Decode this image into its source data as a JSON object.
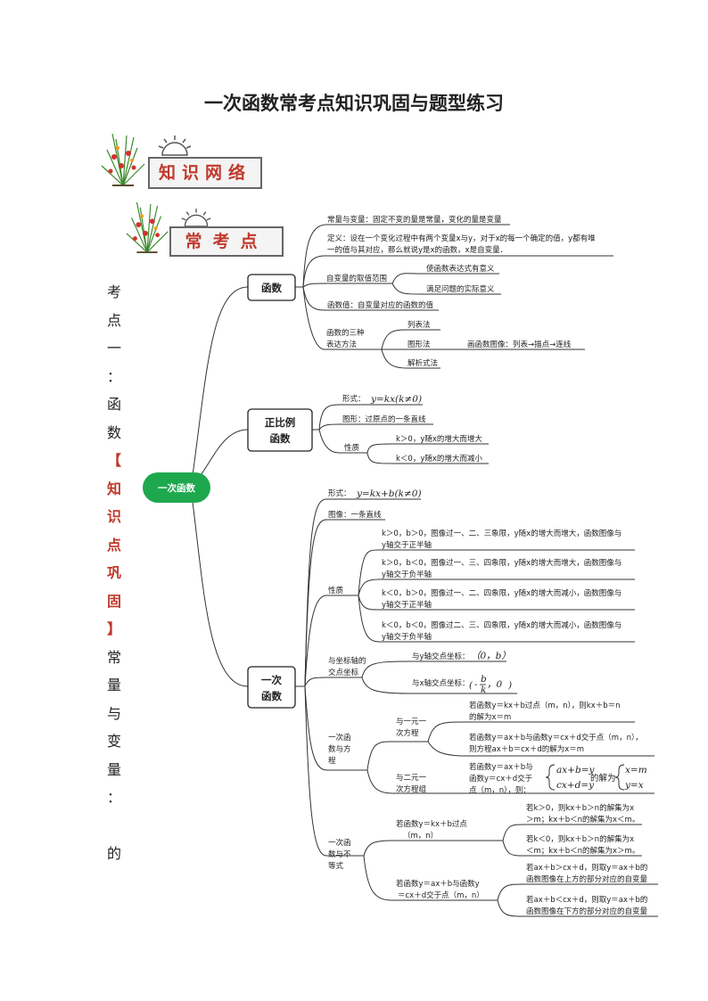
{
  "page_title": "一次函数常考点知识巩固与题型练习",
  "banners": {
    "network": "知识网络",
    "key_points": "常考点"
  },
  "side_heading": [
    "考",
    "点",
    "一",
    "：",
    "函",
    "数",
    "【",
    "知",
    "识",
    "点",
    "巩",
    "固",
    "】",
    "常",
    "量",
    "与",
    "变",
    "量",
    "：",
    "",
    "的"
  ],
  "root": "一次函数",
  "func": {
    "label": "函数",
    "b1": "常量与变量：固定不变的量是常量，变化的量是变量",
    "b2a": "定义：设在一个变化过程中有两个变量x与y，对于x的每一个确定的值，y都有唯",
    "b2b": "一的值与其对应，那么就说y是x的函数，x是自变量．",
    "b3": "自变量的取值范围",
    "b3a": "使函数表达式有意义",
    "b3b": "满足问题的实际意义",
    "b4": "函数值：自变量对应的函数的值",
    "b5a": "函数的三种",
    "b5b": "表达方法",
    "b5_1": "列表法",
    "b5_2": "图形法",
    "b5_2x": "画函数图像：列表→描点→连线",
    "b5_3": "解析式法"
  },
  "prop": {
    "label1": "正比例",
    "label2": "函数",
    "form_lbl": "形式：",
    "form_math": "y=kx(k≠0)",
    "graph": "图形：过原点的一条直线",
    "nature": "性质",
    "n1": "k＞0，y随x的增大而增大",
    "n2": "k＜0，y随x的增大而减小"
  },
  "linear": {
    "label1": "一次",
    "label2": "函数",
    "form_lbl": "形式：",
    "form_math": "y=kx+b(k≠0)",
    "image": "图像：一条直线",
    "nature": "性质",
    "n1a": "k＞0，b＞0，图像过一、二、三象限，y随x的增大而增大，函数图像与",
    "n1b": "y轴交于正半轴",
    "n2a": "k＞0，b＜0，图像过一、三、四象限，y随x的增大而增大，函数图像与",
    "n2b": "y轴交于负半轴",
    "n3a": "k＜0，b＞0，图像过一、二、四象限，y随x的增大而减小，函数图像与",
    "n3b": "y轴交于正半轴",
    "n4a": "k＜0，b＜0，图像过二、三、四象限，y随x的增大而减小，函数图像与",
    "n4b": "y轴交于负半轴",
    "axis_a": "与坐标轴的",
    "axis_b": "交点坐标",
    "ax_y": "与y轴交点坐标：",
    "ax_y_m": "（0，b）",
    "ax_x": "与x轴交点坐标：",
    "ax_x_b": "b",
    "ax_x_k": "k",
    "ax_x_m2": "，0",
    "eq_a": "一次函",
    "eq_b": "数与方",
    "eq_c": "程",
    "eq1a": "与一元一",
    "eq1b": "次方程",
    "eq1_1a": "若函数y＝kx＋b过点（m，n），则kx＋b＝n",
    "eq1_1b": "的解为x＝m",
    "eq1_2a": "若函数y＝ax＋b与函数y＝cx＋d交于点（m，n），",
    "eq1_2b": "则方程ax＋b＝cx＋d的解为x＝m",
    "eq2a": "与二元一",
    "eq2b": "次方程组",
    "eq2_1a": "若函数y＝ax＋b与",
    "eq2_1b": "函数y＝cx＋d交于",
    "eq2_1c": "点（m，n），则：",
    "sys1": "ax+b=y",
    "sys2": "cx+d=y",
    "sys_mid": "的解为",
    "sol1": "x=m",
    "sol2": "y=x",
    "in_a": "一次函",
    "in_b": "数与不",
    "in_c": "等式",
    "in1a": "若函数y＝kx＋b过点",
    "in1b": "（m，n）",
    "in1_1a": "若k＞0，则kx＋b＞n的解集为x",
    "in1_1b": "＞m；kx＋b＜n的解集为x＜m。",
    "in1_2a": "若k＜0，则kx＋b＞n的解集为x",
    "in1_2b": "＜m；kx＋b＜n的解集为x＞m。",
    "in2a": "若函数y＝ax＋b与函数y",
    "in2b": "＝cx＋d交于点（m，n）",
    "in2_1a": "若ax＋b＞cx＋d，则取y＝ax＋b的",
    "in2_1b": "函数图像在上方的部分对应的自变量",
    "in2_2a": "若ax＋b＜cx＋d，则取y＝ax＋b的",
    "in2_2b": "函数图像在下方的部分对应的自变量"
  }
}
